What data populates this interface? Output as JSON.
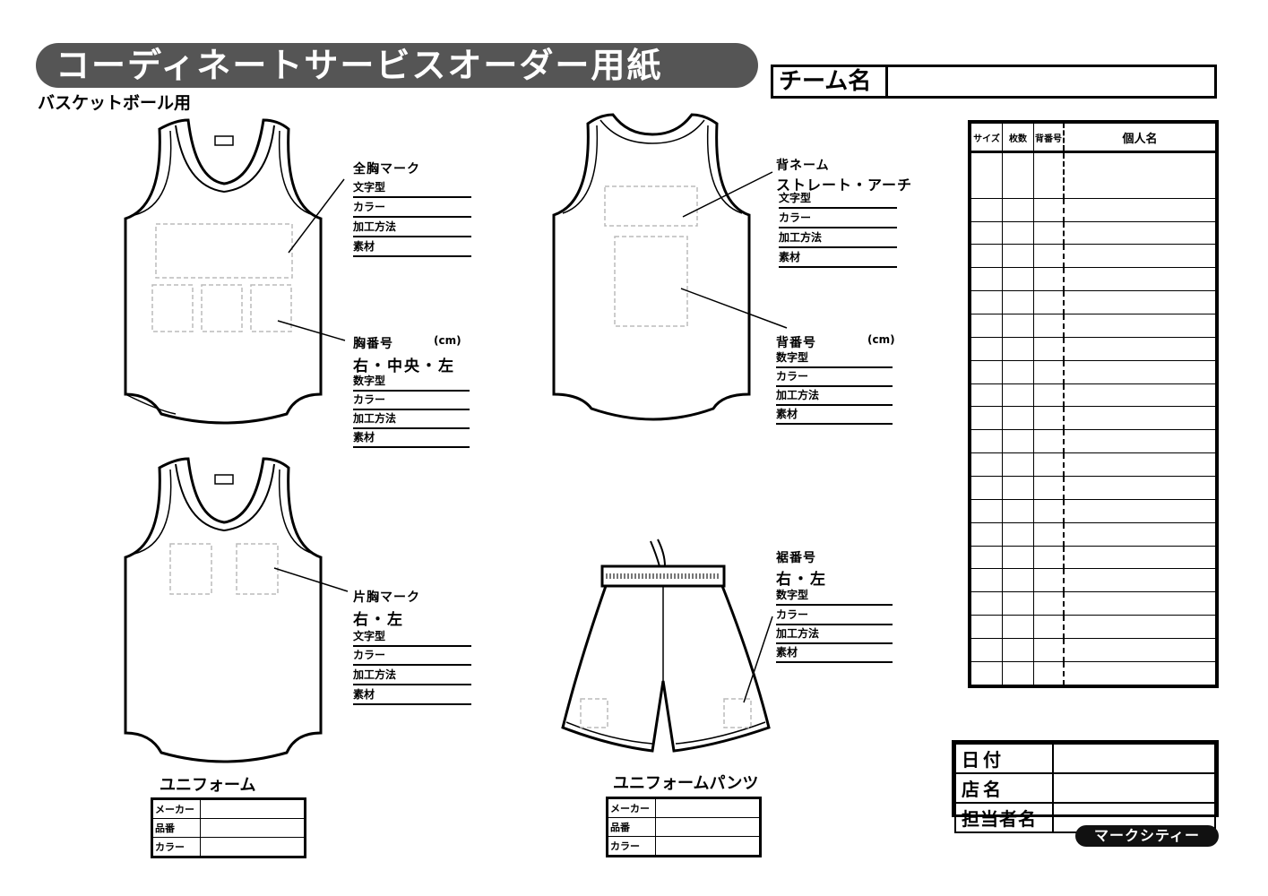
{
  "header": {
    "title": "コーディネートサービスオーダー用紙",
    "subtitle": "バスケットボール用",
    "team_label": "チーム名",
    "team_value": ""
  },
  "front": {
    "full_mark": {
      "title": "全胸マーク",
      "fields": [
        "文字型",
        "カラー",
        "加工方法",
        "素材"
      ]
    },
    "chest_number": {
      "title": "胸番号",
      "unit": "(cm)",
      "positions": "右・中央・左",
      "fields": [
        "数字型",
        "カラー",
        "加工方法",
        "素材"
      ]
    },
    "half_mark": {
      "title": "片胸マーク",
      "positions": "右・左",
      "fields": [
        "文字型",
        "カラー",
        "加工方法",
        "素材"
      ]
    }
  },
  "back": {
    "name": {
      "title": "背ネーム",
      "style": "ストレート・アーチ",
      "fields": [
        "文字型",
        "カラー",
        "加工方法",
        "素材"
      ]
    },
    "number": {
      "title": "背番号",
      "unit": "(cm)",
      "fields": [
        "数字型",
        "カラー",
        "加工方法",
        "素材"
      ]
    }
  },
  "pants": {
    "number": {
      "title": "裾番号",
      "positions": "右・左",
      "fields": [
        "数字型",
        "カラー",
        "加工方法",
        "素材"
      ]
    }
  },
  "roster": {
    "headers": [
      "サイズ",
      "枚数",
      "背番号",
      "個人名"
    ],
    "row_count": 22
  },
  "info": {
    "rows": [
      {
        "label": "日付",
        "value": ""
      },
      {
        "label": "店名",
        "value": ""
      },
      {
        "label": "担当者名",
        "value": ""
      }
    ]
  },
  "uniform_spec": {
    "title": "ユニフォーム",
    "rows": [
      {
        "label": "メーカー",
        "value": ""
      },
      {
        "label": "品番",
        "value": ""
      },
      {
        "label": "カラー",
        "value": ""
      }
    ]
  },
  "pants_spec": {
    "title": "ユニフォームパンツ",
    "rows": [
      {
        "label": "メーカー",
        "value": ""
      },
      {
        "label": "品番",
        "value": ""
      },
      {
        "label": "カラー",
        "value": ""
      }
    ]
  },
  "logo": "マークシティー"
}
